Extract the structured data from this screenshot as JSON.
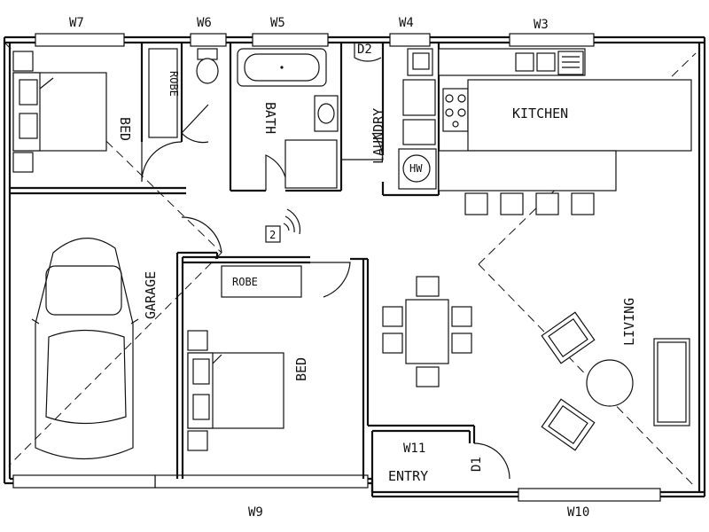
{
  "rooms": {
    "bed1": "BED",
    "robe1": "ROBE",
    "bath": "BATH",
    "laundry": "LAUNDRY",
    "kitchen": "KITCHEN",
    "garage": "GARAGE",
    "robe2": "ROBE",
    "bed2": "BED",
    "living": "LIVING",
    "entry": "ENTRY",
    "hw": "HW"
  },
  "windows": {
    "w7": "W7",
    "w6": "W6",
    "w5": "W5",
    "w4": "W4",
    "w3": "W3",
    "w9": "W9",
    "w10": "W10",
    "w11": "W11"
  },
  "doors": {
    "d2": "D2",
    "d1": "D1"
  },
  "sensor": {
    "label": "2"
  }
}
